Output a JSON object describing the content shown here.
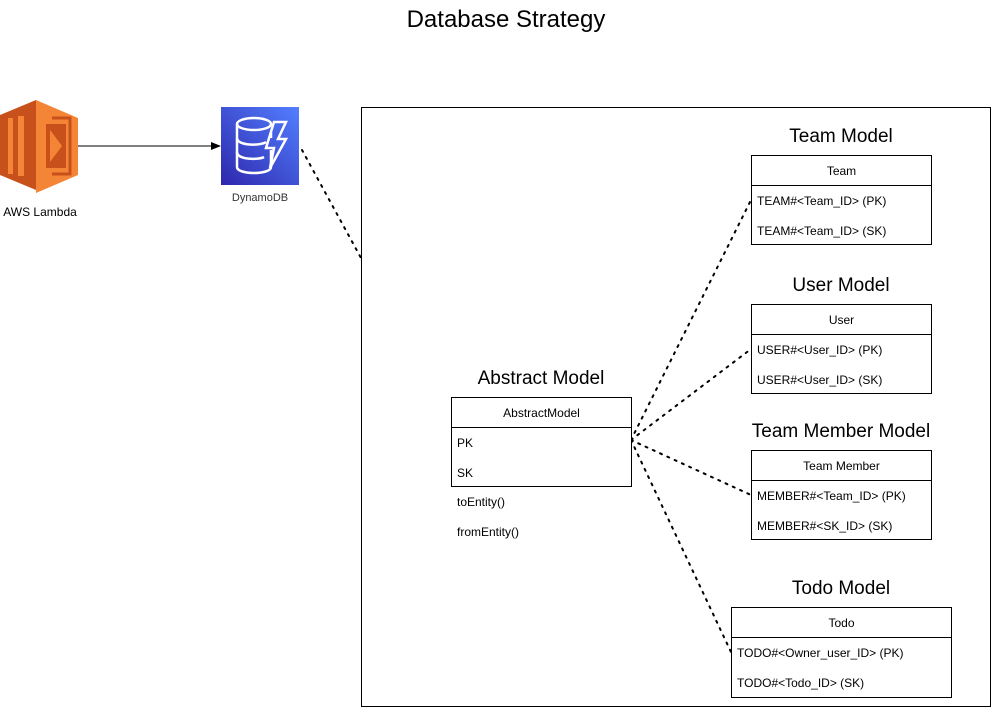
{
  "title": "Database Strategy",
  "lambda": {
    "label": "AWS Lambda"
  },
  "dynamodb": {
    "label": "DynamoDB"
  },
  "abstract": {
    "title": "Abstract Model",
    "header": "AbstractModel",
    "fields": [
      "PK",
      "SK"
    ],
    "methods": [
      "toEntity()",
      "fromEntity()"
    ]
  },
  "team": {
    "title": "Team Model",
    "header": "Team",
    "fields": [
      "TEAM#<Team_ID> (PK)",
      "TEAM#<Team_ID> (SK)"
    ]
  },
  "user": {
    "title": "User Model",
    "header": "User",
    "fields": [
      "USER#<User_ID> (PK)",
      "USER#<User_ID> (SK)"
    ]
  },
  "member": {
    "title": "Team Member Model",
    "header": "Team Member",
    "fields": [
      "MEMBER#<Team_ID> (PK)",
      "MEMBER#<SK_ID> (SK)"
    ]
  },
  "todo": {
    "title": "Todo Model",
    "header": "Todo",
    "fields": [
      "TODO#<Owner_user_ID> (PK)",
      "TODO#<Todo_ID> (SK)"
    ]
  },
  "colors": {
    "lambda_dark": "#c8511b",
    "lambda_light": "#f58536",
    "dynamodb_dark": "#2e27ad",
    "dynamodb_light": "#527fff"
  }
}
